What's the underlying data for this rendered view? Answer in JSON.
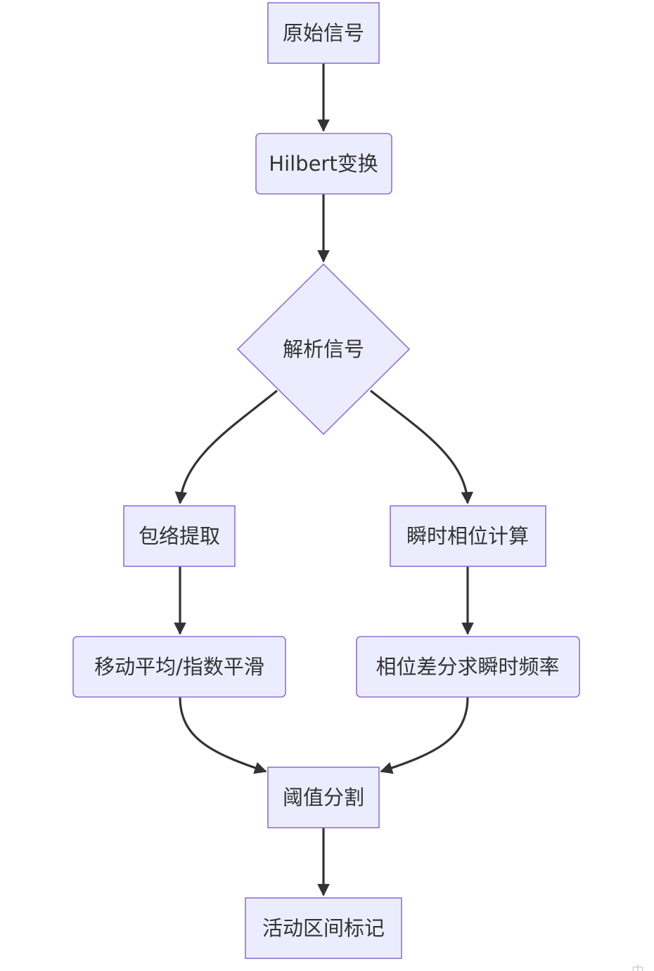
{
  "diagram": {
    "type": "flowchart",
    "direction": "top-down",
    "colors": {
      "node_fill": "#ececff",
      "node_stroke": "#9370db",
      "edge": "#333333",
      "text": "#333333"
    },
    "nodes": {
      "raw_signal": "原始信号",
      "hilbert": "Hilbert变换",
      "analytic": "解析信号",
      "envelope": "包络提取",
      "phase": "瞬时相位计算",
      "smoothing": "移动平均/指数平滑",
      "frequency": "相位差分求瞬时频率",
      "threshold": "阈值分割",
      "marking": "活动区间标记"
    },
    "edges": [
      {
        "from": "raw_signal",
        "to": "hilbert"
      },
      {
        "from": "hilbert",
        "to": "analytic"
      },
      {
        "from": "analytic",
        "to": "envelope"
      },
      {
        "from": "analytic",
        "to": "phase"
      },
      {
        "from": "envelope",
        "to": "smoothing"
      },
      {
        "from": "phase",
        "to": "frequency"
      },
      {
        "from": "smoothing",
        "to": "threshold"
      },
      {
        "from": "frequency",
        "to": "threshold"
      },
      {
        "from": "threshold",
        "to": "marking"
      }
    ],
    "corner_mark": "中"
  }
}
